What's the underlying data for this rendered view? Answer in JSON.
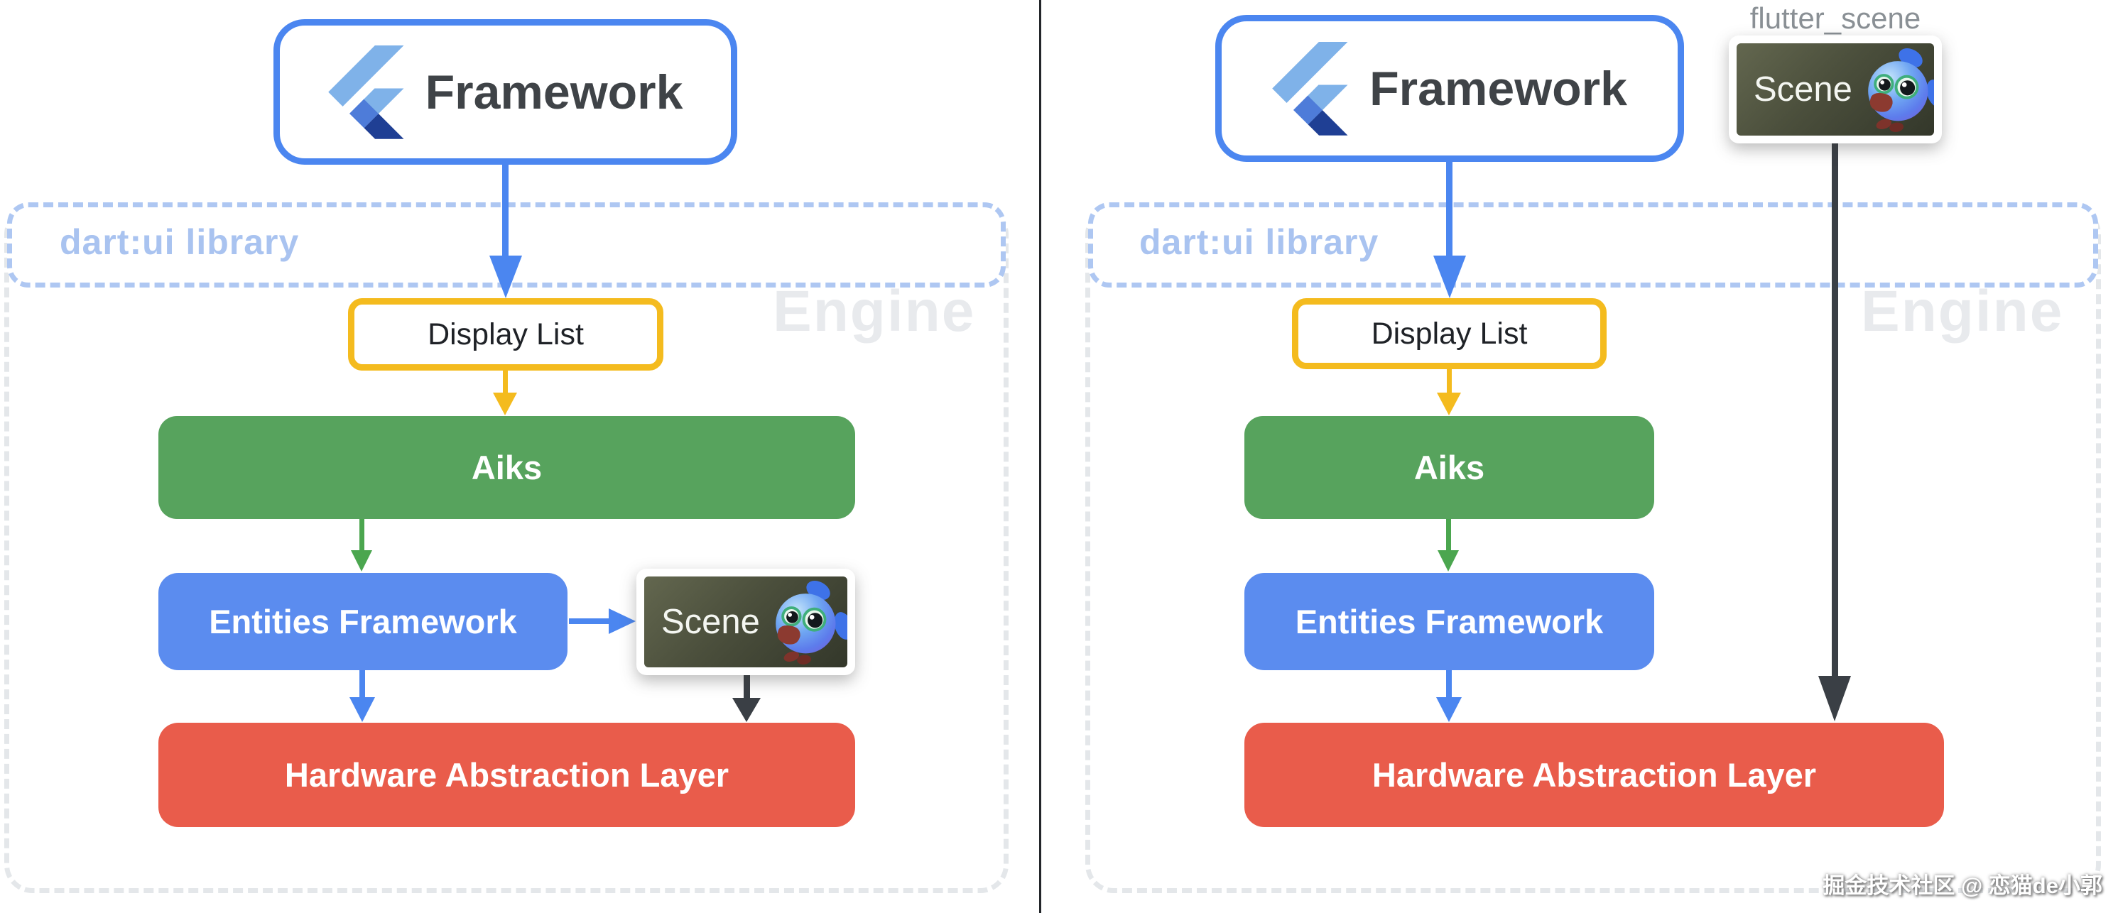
{
  "labels": {
    "framework": "Framework",
    "dartui_library": "dart:ui library",
    "engine": "Engine",
    "display_list": "Display List",
    "aiks": "Aiks",
    "entities_framework": "Entities Framework",
    "scene": "Scene",
    "hardware_abstraction_layer": "Hardware Abstraction Layer",
    "flutter_scene_package": "flutter_scene"
  },
  "watermark": "掘金技术社区 @ 恋猫de小郭",
  "icons": {
    "flutter-logo-icon": "Flutter framework logo (two blue chevrons)",
    "dash-fish-icon": "blue 3D Dash-like fish character rendered in Scene preview"
  },
  "colors": {
    "accent_blue": "#4B86F0",
    "entities_blue": "#5B8CEF",
    "aiks_green": "#57A35D",
    "green_arrow": "#4BA64F",
    "hal_red": "#E95C4B",
    "display_yellow": "#F4BB1E",
    "dark_arrow": "#3A3F45",
    "dartui_dash_blue": "#AEC7F2",
    "engine_dash_gray": "#E4E7EA",
    "engine_text_gray": "#E8EAED",
    "package_label_gray": "#8A9095"
  },
  "diagram": {
    "left_panel": {
      "groups": [
        "dart:ui library",
        "Engine"
      ],
      "nodes": [
        "Framework",
        "Display List",
        "Aiks",
        "Entities Framework",
        "Scene",
        "Hardware Abstraction Layer"
      ],
      "edges": [
        {
          "from": "Framework",
          "to": "Display List",
          "color": "blue"
        },
        {
          "from": "Display List",
          "to": "Aiks",
          "color": "yellow"
        },
        {
          "from": "Aiks",
          "to": "Entities Framework",
          "color": "green"
        },
        {
          "from": "Entities Framework",
          "to": "Scene",
          "color": "blue"
        },
        {
          "from": "Entities Framework",
          "to": "Hardware Abstraction Layer",
          "color": "blue"
        },
        {
          "from": "Scene",
          "to": "Hardware Abstraction Layer",
          "color": "dark"
        }
      ]
    },
    "right_panel": {
      "groups": [
        "dart:ui library",
        "Engine"
      ],
      "package": "flutter_scene",
      "nodes": [
        "Framework",
        "flutter_scene Scene",
        "Display List",
        "Aiks",
        "Entities Framework",
        "Hardware Abstraction Layer"
      ],
      "edges": [
        {
          "from": "Framework",
          "to": "Display List",
          "color": "blue"
        },
        {
          "from": "Display List",
          "to": "Aiks",
          "color": "yellow"
        },
        {
          "from": "Aiks",
          "to": "Entities Framework",
          "color": "green"
        },
        {
          "from": "Entities Framework",
          "to": "Hardware Abstraction Layer",
          "color": "blue"
        },
        {
          "from": "flutter_scene Scene",
          "to": "Hardware Abstraction Layer",
          "color": "dark"
        }
      ]
    }
  }
}
